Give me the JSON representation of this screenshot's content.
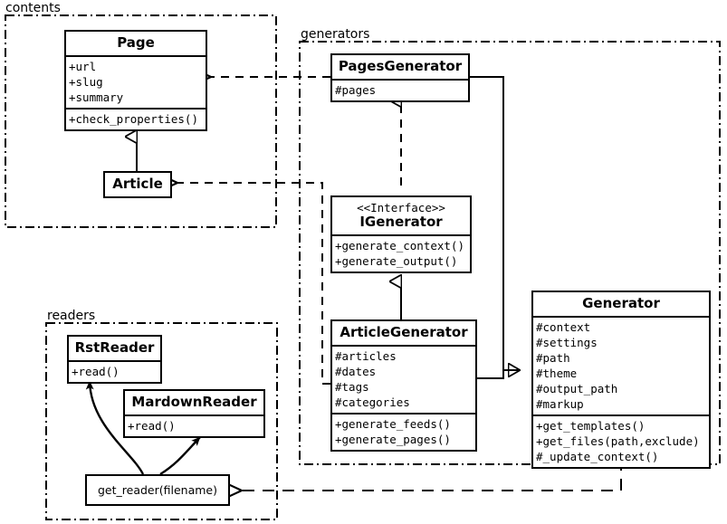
{
  "diagram": {
    "kind": "uml-class-diagram",
    "background": "#ffffff",
    "line_color": "#000000"
  },
  "packages": [
    {
      "id": "contents",
      "label": "contents"
    },
    {
      "id": "generators",
      "label": "generators"
    },
    {
      "id": "readers",
      "label": "readers"
    }
  ],
  "classes": {
    "page": {
      "name": "Page",
      "attributes": [
        "+url",
        "+slug",
        "+summary"
      ],
      "methods": [
        "+check_properties()"
      ]
    },
    "article": {
      "name": "Article",
      "attributes": [],
      "methods": []
    },
    "pages_generator": {
      "name": "PagesGenerator",
      "attributes": [
        "#pages"
      ],
      "methods": []
    },
    "igenerator": {
      "stereotype": "<<Interface>>",
      "name": "IGenerator",
      "attributes": [],
      "methods": [
        "+generate_context()",
        "+generate_output()"
      ]
    },
    "article_generator": {
      "name": "ArticleGenerator",
      "attributes": [
        "#articles",
        "#dates",
        "#tags",
        "#categories"
      ],
      "methods": [
        "+generate_feeds()",
        "+generate_pages()"
      ]
    },
    "generator": {
      "name": "Generator",
      "attributes": [
        "#context",
        "#settings",
        "#path",
        "#theme",
        "#output_path",
        "#markup"
      ],
      "methods": [
        "+get_templates()",
        "+get_files(path,exclude)",
        "#_update_context()"
      ]
    },
    "rst_reader": {
      "name": "RstReader",
      "attributes": [],
      "methods": [
        "+read()"
      ]
    },
    "mardown_reader": {
      "name": "MardownReader",
      "attributes": [],
      "methods": [
        "+read()"
      ]
    }
  },
  "functions": {
    "get_reader": {
      "label": "get_reader(filename)"
    }
  },
  "relationships": [
    {
      "from": "Article",
      "to": "Page",
      "type": "generalization"
    },
    {
      "from": "PagesGenerator",
      "to": "IGenerator",
      "type": "realization"
    },
    {
      "from": "ArticleGenerator",
      "to": "IGenerator",
      "type": "generalization"
    },
    {
      "from": "PagesGenerator",
      "to": "Generator",
      "type": "generalization"
    },
    {
      "from": "ArticleGenerator",
      "to": "Generator",
      "type": "generalization"
    },
    {
      "from": "PagesGenerator",
      "to": "Page",
      "type": "dependency"
    },
    {
      "from": "ArticleGenerator",
      "to": "Article",
      "type": "dependency"
    },
    {
      "from": "Generator",
      "to": "get_reader",
      "type": "dependency"
    },
    {
      "from": "get_reader",
      "to": "RstReader",
      "type": "flow"
    },
    {
      "from": "get_reader",
      "to": "MardownReader",
      "type": "flow"
    }
  ]
}
